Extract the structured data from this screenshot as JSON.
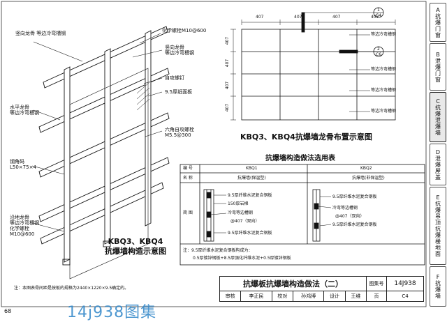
{
  "diagram_left": {
    "labels": {
      "top_stud": "竖向龙骨\n等边冷弯槽钢",
      "chem_bolt_top": "化学螺栓M10@600",
      "vert_keel": "竖向龙骨\n等边冷弯槽钢",
      "self_screw": "自攻螺钉",
      "cement_board": "9.5厚纸面板",
      "horiz_keel": "水平龙骨\n等边冷弯槽钢",
      "hex_bolt": "六角自攻螺栓\nM5.5@300",
      "angle_steel": "钢角码\nL50×75×4",
      "horiz_keel_b": "沿地龙骨\n等边冷弯槽钢\n化学螺栓\nM10@600"
    },
    "caption": "KBQ3、KBQ4\n抗爆墙构造示意图"
  },
  "diagram_right": {
    "dims_top": [
      "407",
      "407",
      "407",
      "407"
    ],
    "dims_left": [
      "407",
      "407",
      "407",
      "407"
    ],
    "callout_1": {
      "num": "1",
      "ref": "C4"
    },
    "callout_2": {
      "num": "2",
      "ref": "C6"
    },
    "labels": [
      "等边冷弯槽钢",
      "等边冷弯槽钢",
      "等边冷弯槽钢",
      "等边冷弯槽钢"
    ],
    "caption": "KBQ3、KBQ4抗爆墙龙骨布置示意图"
  },
  "table": {
    "title": "抗爆墙构造做法选用表",
    "row_code_label": "编 号",
    "row_name_label": "名 称",
    "row_diagram_label": "简 图",
    "col1_code": "KBQ1",
    "col2_code": "KBQ2",
    "col1_name": "抗爆墙(保温型)",
    "col2_name": "抗爆墙(非保温型)",
    "col1_items": [
      "9.5厚纤维水泥复合钢板",
      "150厚岩棉",
      "冷弯等边槽钢",
      "@407（双向）",
      "9.5厚纤维水泥复合钢板"
    ],
    "col2_items": [
      "9.5厚纤维水泥复合钢板",
      "冷弯等边槽钢",
      "@407（双向）",
      "9.5厚纤维水泥复合钢板"
    ],
    "note_lines": [
      "注：9.5厚纤维水泥复合钢板构成为：",
      "0.5厚镀锌钢板+8.5厚强化纤维水泥+0.5厚镀锌钢板"
    ]
  },
  "page_note": "注：本图表骨间距是按板的规格为2440×1220×9.5确定的。",
  "title_block": {
    "title": "抗爆板抗爆墙构造做法（二）",
    "atlas_label": "图集号",
    "atlas_no": "14J938",
    "row2": [
      "审核",
      "李正民",
      "校对",
      "孙鸿博",
      "设计",
      "王维",
      "页",
      "C4"
    ]
  },
  "page_number": "68",
  "watermark": "14j938图集",
  "side_tabs": [
    {
      "letter": "A",
      "text": "抗爆门窗"
    },
    {
      "letter": "B",
      "text": "泄爆门窗"
    },
    {
      "letter": "C",
      "text": "抗爆泄爆墙"
    },
    {
      "letter": "D",
      "text": "泄爆屋盖"
    },
    {
      "letter": "E",
      "text": "抗爆吊顶抗爆楼地面"
    },
    {
      "letter": "F",
      "text": "抗爆墙"
    }
  ]
}
